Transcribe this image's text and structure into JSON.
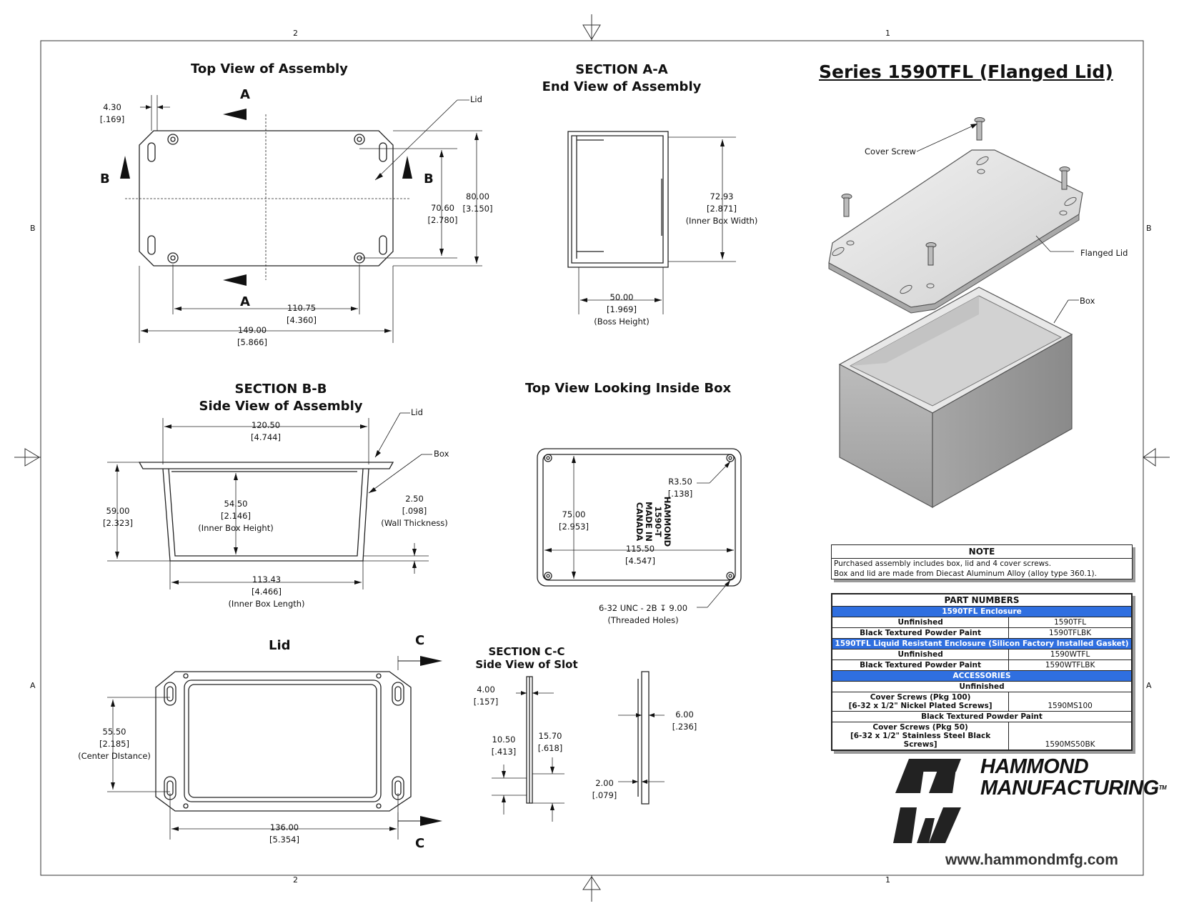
{
  "zones": {
    "top_left": "2",
    "top_right": "1",
    "bottom_left": "2",
    "bottom_right": "1",
    "left_upper": "B",
    "left_lower": "A",
    "right_upper": "B",
    "right_lower": "A"
  },
  "main_title": "Series 1590TFL (Flanged Lid)",
  "views": {
    "top_view": {
      "title": "Top View of Assembly",
      "dims": {
        "flange_w": "4.30",
        "flange_w_in": "[.169]",
        "h1": "70.60",
        "h1_in": "[2.780]",
        "h2": "80.00",
        "h2_in": "[3.150]",
        "w1": "110.75",
        "w1_in": "[4.360]",
        "w2": "149.00",
        "w2_in": "[5.866]"
      },
      "labels": {
        "a_top": "A",
        "a_bottom": "A",
        "b_left": "B",
        "b_right": "B",
        "lid": "Lid"
      }
    },
    "section_aa": {
      "title1": "SECTION A-A",
      "title2": "End View of Assembly",
      "dims": {
        "w": "72.93",
        "w_in": "[2.871]",
        "w_note": "(Inner Box Width)",
        "h": "50.00",
        "h_in": "[1.969]",
        "h_note": "(Boss Height)"
      }
    },
    "section_bb": {
      "title1": "SECTION B-B",
      "title2": "Side View of Assembly",
      "labels": {
        "lid": "Lid",
        "box": "Box"
      },
      "dims": {
        "top": "120.50",
        "top_in": "[4.744]",
        "h": "59.00",
        "h_in": "[2.323]",
        "inner_h": "54.50",
        "inner_h_in": "[2.146]",
        "inner_h_note": "(Inner Box Height)",
        "wall": "2.50",
        "wall_in": "[.098]",
        "wall_note": "(Wall Thickness)",
        "len": "113.43",
        "len_in": "[4.466]",
        "len_note": "(Inner Box Length)"
      }
    },
    "inside_box": {
      "title": "Top View Looking Inside Box",
      "stamp": [
        "HAMMOND",
        "1590-T",
        "MADE IN",
        "CANADA"
      ],
      "dims": {
        "r": "R3.50",
        "r_in": "[.138]",
        "h": "75.00",
        "h_in": "[2.953]",
        "w": "115.50",
        "w_in": "[4.547]",
        "thread": "6-32 UNC - 2B ↧ 9.00",
        "thread_note": "(Threaded Holes)"
      }
    },
    "lid": {
      "title": "Lid",
      "c_top": "C",
      "c_bottom": "C",
      "dims": {
        "cd": "55.50",
        "cd_in": "[2.185]",
        "cd_note": "(Center DIstance)",
        "w": "136.00",
        "w_in": "[5.354]"
      }
    },
    "section_cc": {
      "title1": "SECTION  C-C",
      "title2": "Side View of Slot",
      "dims": {
        "a": "4.00",
        "a_in": "[.157]",
        "b": "10.50",
        "b_in": "[.413]",
        "c": "15.70",
        "c_in": "[.618]",
        "d": "6.00",
        "d_in": "[.236]",
        "e": "2.00",
        "e_in": "[.079]"
      }
    },
    "iso": {
      "cover_screw": "Cover Screw",
      "flanged_lid": "Flanged Lid",
      "box": "Box"
    }
  },
  "note": {
    "title": "NOTE",
    "lines": [
      "Purchased assembly includes box, lid and 4 cover screws.",
      "Box and lid are made from Diecast Aluminum Alloy (alloy type 360.1)."
    ]
  },
  "parts": {
    "title": "PART NUMBERS",
    "sec1": "1590TFL Enclosure",
    "r1_label": "Unfinished",
    "r1_pn": "1590TFL",
    "r2_label": "Black Textured Powder Paint",
    "r2_pn": "1590TFLBK",
    "sec2": "1590TFL Liquid Resistant Enclosure (Silicon Factory Installed Gasket)",
    "r3_label": "Unfinished",
    "r3_pn": "1590WTFL",
    "r4_label": "Black Textured Powder Paint",
    "r4_pn": "1590WTFLBK",
    "sec3": "ACCESSORIES",
    "sub1": "Unfinished",
    "r5_label1": "Cover Screws (Pkg 100)",
    "r5_label2": "[6-32 x 1/2\" Nickel Plated Screws]",
    "r5_pn": "1590MS100",
    "sub2": "Black Textured Powder Paint",
    "r6_label1": "Cover Screws (Pkg 50)",
    "r6_label2": "[6-32 x 1/2\" Stainless Steel Black Screws]",
    "r6_pn": "1590MS50BK"
  },
  "logo": {
    "line1": "HAMMOND",
    "line2": "MANUFACTURING",
    "tm": "TM"
  },
  "url": "www.hammondmfg.com"
}
